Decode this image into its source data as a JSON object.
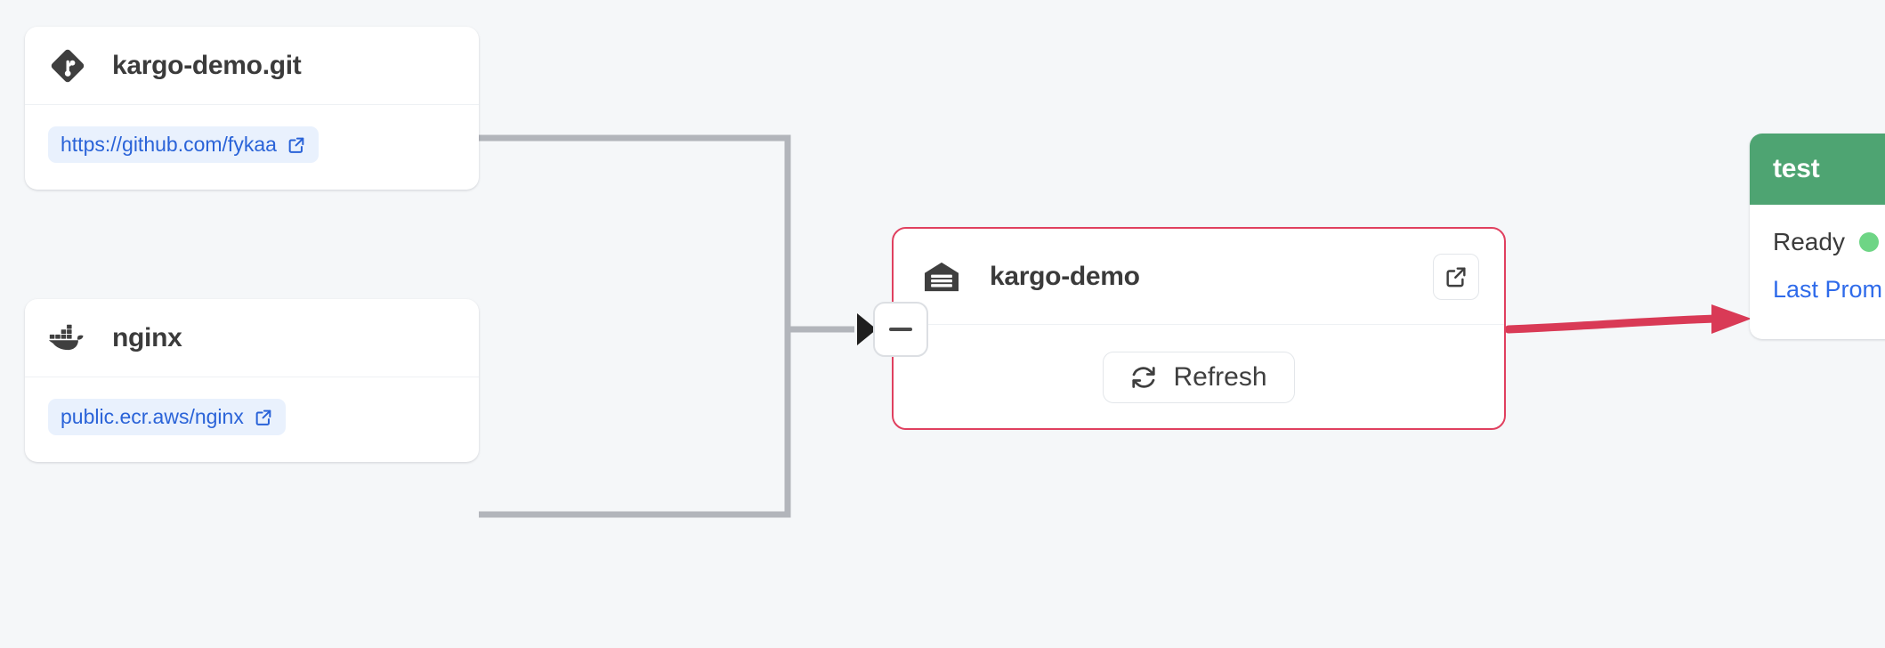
{
  "canvas": {
    "background": "#f5f7f9",
    "connector_color": "#b2b5bb",
    "promotion_arrow_color": "#d93a56",
    "warehouse_border_color": "#e0405f"
  },
  "sources": [
    {
      "id": "git-repo",
      "icon": "git-icon",
      "title": "kargo-demo.git",
      "link": {
        "label": "https://github.com/fykaa",
        "icon": "external-link-icon",
        "bg": "#e9f1fd",
        "color": "#2a63d8"
      }
    },
    {
      "id": "image-repo",
      "icon": "docker-icon",
      "title": "nginx",
      "link": {
        "label": "public.ecr.aws/nginx",
        "icon": "external-link-icon",
        "bg": "#e9f1fd",
        "color": "#2a63d8"
      }
    }
  ],
  "warehouse": {
    "icon": "warehouse-icon",
    "title": "kargo-demo",
    "open_button_icon": "external-link-icon",
    "refresh_label": "Refresh",
    "refresh_icon": "sync-refresh-icon",
    "selected": true
  },
  "collapse_node": {
    "icon": "minus-icon",
    "expanded": true
  },
  "stage": {
    "name": "test",
    "header_color": "#4ea472",
    "health_label": "Ready",
    "health_color": "#6ed585",
    "last_promotion_label": "Last Prom",
    "last_promotion_color": "#2f6bea"
  }
}
